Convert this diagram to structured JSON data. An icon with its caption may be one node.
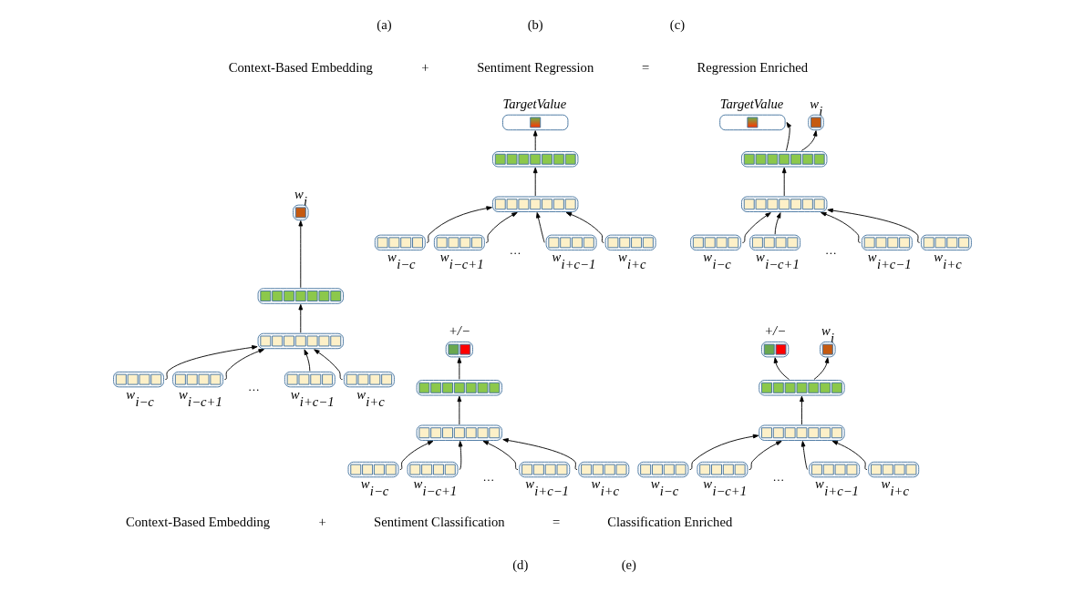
{
  "diagram": {
    "nodes": [
      {
        "text": [],
        "shape": "box",
        "beside": [
          "w$_{i}$"
        ]
      },
      {
        "text": [],
        "shape": "box"
      },
      {
        "text": [],
        "shape": "box"
      },
      {
        "text": [],
        "shape": "box",
        "beside": [
          "w$_{i−c}$"
        ]
      },
      {
        "text": [],
        "shape": "box",
        "beside": [
          "w$_{i−c+1}$"
        ]
      },
      {
        "text": [],
        "shape": "box",
        "beside": [
          "w$_{i+c−1}$"
        ]
      },
      {
        "text": [],
        "shape": "box",
        "beside": [
          "w$_{i+c}$"
        ]
      },
      {
        "text": [],
        "shape": "box",
        "beside": [
          "TargetValue"
        ]
      },
      {
        "text": [],
        "shape": "box"
      },
      {
        "text": [],
        "shape": "box"
      },
      {
        "text": [],
        "shape": "box",
        "beside": [
          "w$_{i−c}$"
        ]
      },
      {
        "text": [],
        "shape": "box",
        "beside": [
          "w$_{i−c+1}$"
        ]
      },
      {
        "text": [],
        "shape": "box",
        "beside": [
          "w$_{i+c−1}$"
        ]
      },
      {
        "text": [],
        "shape": "box",
        "beside": [
          "w$_{i+c}$"
        ]
      },
      {
        "text": [],
        "shape": "box",
        "beside": [
          "TargetValue"
        ]
      },
      {
        "text": [],
        "shape": "box",
        "beside": [
          "w$_{i}$"
        ]
      },
      {
        "text": [],
        "shape": "box"
      },
      {
        "text": [],
        "shape": "box"
      },
      {
        "text": [],
        "shape": "box",
        "beside": [
          "w$_{i−c}$"
        ]
      },
      {
        "text": [],
        "shape": "box",
        "beside": [
          "w$_{i−c+1}$"
        ]
      },
      {
        "text": [],
        "shape": "box",
        "beside": [
          "w$_{i+c−1}$"
        ]
      },
      {
        "text": [],
        "shape": "box",
        "beside": [
          "w$_{i+c}$"
        ]
      },
      {
        "text": [],
        "shape": "box",
        "beside": [
          "+/−"
        ]
      },
      {
        "text": [],
        "shape": "box"
      },
      {
        "text": [],
        "shape": "box"
      },
      {
        "text": [],
        "shape": "box",
        "beside": [
          "w$_{i−c}$"
        ]
      },
      {
        "text": [],
        "shape": "box",
        "beside": [
          "w$_{i−c+1}$"
        ]
      },
      {
        "text": [],
        "shape": "box",
        "beside": [
          "w$_{i+c−1}$"
        ]
      },
      {
        "text": [],
        "shape": "box",
        "beside": [
          "w$_{i+c}$"
        ]
      },
      {
        "text": [],
        "shape": "box",
        "beside": [
          "+/−"
        ]
      },
      {
        "text": [],
        "shape": "box",
        "beside": [
          "w$_{i}$"
        ]
      },
      {
        "text": [],
        "shape": "box"
      },
      {
        "text": [],
        "shape": "box"
      },
      {
        "text": [],
        "shape": "box",
        "beside": [
          "w$_{i−c}$"
        ]
      },
      {
        "text": [],
        "shape": "box",
        "beside": [
          "w$_{i−c+1}$"
        ]
      },
      {
        "text": [],
        "shape": "box",
        "beside": [
          "w$_{i+c−1}$"
        ]
      },
      {
        "text": [],
        "shape": "box",
        "beside": [
          "w$_{i+c}$"
        ]
      }
    ],
    "edges": [
      {
        "from": 3,
        "to": 2,
        "arrow": "to"
      },
      {
        "from": 4,
        "to": 2,
        "arrow": "to"
      },
      {
        "from": 5,
        "to": 2,
        "arrow": "to"
      },
      {
        "from": 6,
        "to": 2,
        "arrow": "to"
      },
      {
        "from": 2,
        "to": 1,
        "arrow": "to"
      },
      {
        "from": 1,
        "to": 0,
        "arrow": "to"
      },
      {
        "from": 10,
        "to": 9,
        "arrow": "to"
      },
      {
        "from": 11,
        "to": 9,
        "arrow": "to"
      },
      {
        "from": 12,
        "to": 9,
        "arrow": "to"
      },
      {
        "from": 13,
        "to": 9,
        "arrow": "to"
      },
      {
        "from": 9,
        "to": 8,
        "arrow": "to"
      },
      {
        "from": 8,
        "to": 7,
        "arrow": "to"
      },
      {
        "from": 18,
        "to": 17,
        "arrow": "to"
      },
      {
        "from": 19,
        "to": 17,
        "arrow": "to"
      },
      {
        "from": 20,
        "to": 17,
        "arrow": "to"
      },
      {
        "from": 21,
        "to": 17,
        "arrow": "to"
      },
      {
        "from": 17,
        "to": 16,
        "arrow": "to"
      },
      {
        "from": 16,
        "to": 14,
        "arrow": "to"
      },
      {
        "from": 16,
        "to": 15,
        "arrow": "to"
      },
      {
        "from": 25,
        "to": 24,
        "arrow": "to"
      },
      {
        "from": 26,
        "to": 24,
        "arrow": "to"
      },
      {
        "from": 27,
        "to": 24,
        "arrow": "to"
      },
      {
        "from": 28,
        "to": 24,
        "arrow": "to"
      },
      {
        "from": 24,
        "to": 23,
        "arrow": "to"
      },
      {
        "from": 23,
        "to": 22,
        "arrow": "to"
      },
      {
        "from": 33,
        "to": 32,
        "arrow": "to"
      },
      {
        "from": 34,
        "to": 32,
        "arrow": "to"
      },
      {
        "from": 35,
        "to": 32,
        "arrow": "to"
      },
      {
        "from": 36,
        "to": 32,
        "arrow": "to"
      },
      {
        "from": 32,
        "to": 31,
        "arrow": "to"
      },
      {
        "from": 31,
        "to": 29,
        "arrow": "to"
      },
      {
        "from": 31,
        "to": 30,
        "arrow": "to"
      }
    ],
    "labels": [
      "(a)",
      "(b)",
      "(c)",
      "Context-Based Embedding",
      "+",
      "Sentiment Regression",
      "=",
      "Regression Enriched",
      "…",
      "…",
      "…",
      "…",
      "…",
      "Context-Based Embedding",
      "+",
      "Sentiment Classification",
      "=",
      "Classification Enriched",
      "(d)",
      "(e)"
    ]
  }
}
